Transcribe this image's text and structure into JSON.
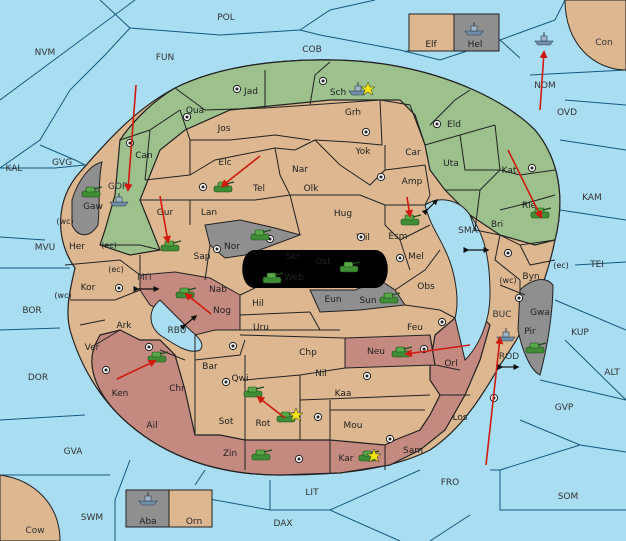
{
  "colors": {
    "sea": "#a9ddf2",
    "sea_lines": "#15597e",
    "green_power": "#9cc18d",
    "brown_power": "#c48a80",
    "tan_neutral": "#dcb790",
    "impassable": "#8f8f8f",
    "void": "#000000",
    "army": "#3f8d35",
    "order_arrow": "#d01a10"
  },
  "seas": {
    "POL": "POL",
    "FUN": "FUN",
    "COB": "COB",
    "NVM": "NVM",
    "NOM": "NOM",
    "Con": "Con",
    "OVD": "OVD",
    "KAL": "KAL",
    "GVG": "GVG",
    "GOR": "GOR",
    "KAM": "KAM",
    "SMA": "SMA",
    "MVU": "MVU",
    "TEI": "TEI",
    "MIT": "MIT",
    "BOR": "BOR",
    "KUP": "KUP",
    "BUC": "BUC",
    "RBU": "RBU",
    "ROD": "ROD",
    "DOR": "DOR",
    "ALT": "ALT",
    "GVP": "GVP",
    "GVA": "GVA",
    "FRO": "FRO",
    "SOM": "SOM",
    "LIT": "LIT",
    "SWM": "SWM",
    "DAX": "DAX",
    "Cow": "Cow"
  },
  "lands": {
    "Elf": "Elf",
    "Hel": "Hel",
    "Jad": "Jad",
    "Sch": "Sch",
    "Qua": "Qua",
    "Jos": "Jos",
    "Grh": "Grh",
    "Eld": "Eld",
    "Can": "Can",
    "Car": "Car",
    "Elc": "Elc",
    "Nar": "Nar",
    "Yok": "Yok",
    "Uta": "Uta",
    "Tel": "Tel",
    "Olk": "Olk",
    "Amp": "Amp",
    "Kat": "Kat",
    "Gaw": "Gaw",
    "Gur": "Gur",
    "Lan": "Lan",
    "Hug": "Hug",
    "Rie": "Rie",
    "Esm": "Esm",
    "Bri": "Bri",
    "Her": "Her",
    "Nor": "Nor",
    "Wil": "Wil",
    "Sap": "Sap",
    "Skr": "Skr",
    "Ost": "Ost",
    "Mel": "Mel",
    "Byn": "Byn",
    "Web": "Web",
    "Kor": "Kor",
    "Nab": "Nab",
    "Obs": "Obs",
    "Eun": "Eun",
    "Hil": "Hil",
    "Sun": "Sun",
    "Gwa": "Gwa",
    "Nog": "Nog",
    "Ark": "Ark",
    "Pir": "Pir",
    "Uru": "Uru",
    "Feu": "Feu",
    "Ver": "Ver",
    "Chp": "Chp",
    "Neu": "Neu",
    "Bar": "Bar",
    "Orl": "Orl",
    "Ken": "Ken",
    "Qwi": "Qwi",
    "Nil": "Nil",
    "Chr": "Chr",
    "Kaa": "Kaa",
    "Los": "Los",
    "Sot": "Sot",
    "Ail": "Ail",
    "Rot": "Rot",
    "Mou": "Mou",
    "Sam": "Sam",
    "Zin": "Zin",
    "Kar": "Kar",
    "Aba": "Aba",
    "Orn": "Orn"
  },
  "coasts": {
    "her_wc": "(wc)",
    "her_ec": "(ec)",
    "kor_ec": "(ec)",
    "kor_wc": "(wc)",
    "byn_wc": "(wc)",
    "byn_ec": "(ec)"
  },
  "units": [
    {
      "type": "army",
      "location": "Gaw"
    },
    {
      "type": "army",
      "location": "Tel"
    },
    {
      "type": "army",
      "location": "Sap"
    },
    {
      "type": "army",
      "location": "Esm"
    },
    {
      "type": "army",
      "location": "Rie"
    },
    {
      "type": "army",
      "location": "Nor"
    },
    {
      "type": "army",
      "location": "Web"
    },
    {
      "type": "army",
      "location": "Ost"
    },
    {
      "type": "army",
      "location": "Sun"
    },
    {
      "type": "army",
      "location": "Nab"
    },
    {
      "type": "army",
      "location": "Ken"
    },
    {
      "type": "army",
      "location": "Neu"
    },
    {
      "type": "army",
      "location": "Pir"
    },
    {
      "type": "army",
      "location": "Qwi"
    },
    {
      "type": "army",
      "location": "Rot"
    },
    {
      "type": "army",
      "location": "Zin"
    },
    {
      "type": "army",
      "location": "Kar"
    },
    {
      "type": "fleet",
      "location": "Sch"
    },
    {
      "type": "fleet",
      "location": "Hel"
    },
    {
      "type": "fleet",
      "location": "NOM"
    },
    {
      "type": "fleet",
      "location": "GOR"
    },
    {
      "type": "fleet",
      "location": "ROD"
    },
    {
      "type": "fleet",
      "location": "Aba"
    }
  ]
}
